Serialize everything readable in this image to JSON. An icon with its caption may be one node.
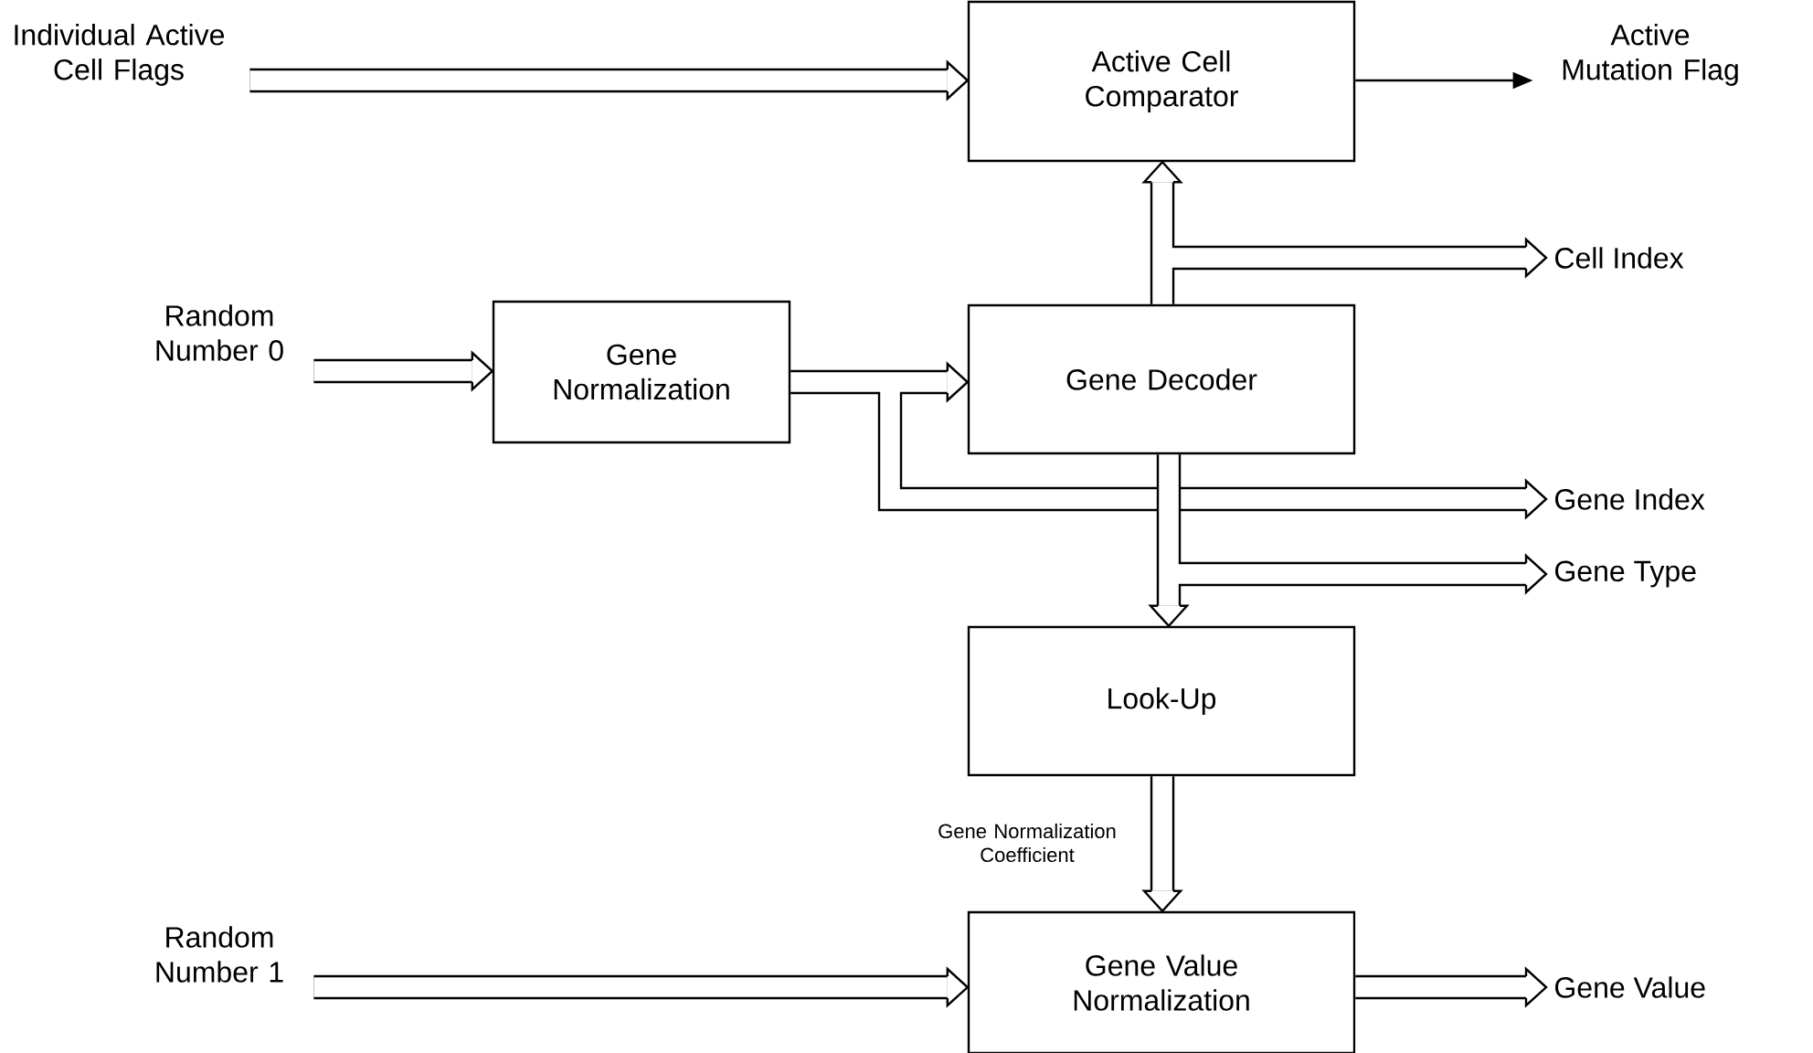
{
  "diagram": {
    "nodes": [
      {
        "text": [
          "Individual Active Cell Flags"
        ]
      },
      {
        "text": [
          "Active Cell Comparator"
        ]
      },
      {
        "text": [
          "Active Mutation Flag"
        ]
      },
      {
        "text": [
          "Random Number 0"
        ]
      },
      {
        "text": [
          "Gene Normalization"
        ]
      },
      {
        "text": [
          "Gene Decoder"
        ]
      },
      {
        "text": [
          "Cell Index"
        ]
      },
      {
        "text": [
          "Gene Index"
        ]
      },
      {
        "text": [
          "Gene Type"
        ]
      },
      {
        "text": [
          "Look-Up"
        ]
      },
      {
        "text": [
          "Random Number 1"
        ]
      },
      {
        "text": [
          "Gene Value Normalization"
        ]
      },
      {
        "text": [
          "Gene Value"
        ]
      }
    ],
    "edges": [
      {
        "from": 0,
        "to": 1,
        "arrow": "to"
      },
      {
        "from": 1,
        "to": 2,
        "arrow": "to"
      },
      {
        "from": 3,
        "to": 4,
        "arrow": "to"
      },
      {
        "from": 4,
        "to": 5,
        "arrow": "to"
      },
      {
        "from": 4,
        "to": 7,
        "arrow": "to"
      },
      {
        "from": 5,
        "to": 1,
        "arrow": "to"
      },
      {
        "from": 5,
        "to": 6,
        "arrow": "to"
      },
      {
        "from": 5,
        "to": 9,
        "arrow": "to"
      },
      {
        "from": 5,
        "to": 8,
        "arrow": "to"
      },
      {
        "from": 9,
        "to": 11,
        "label": "Gene Normalization Coefficient",
        "arrow": "to"
      },
      {
        "from": 10,
        "to": 11,
        "arrow": "to"
      },
      {
        "from": 11,
        "to": 12,
        "arrow": "to"
      }
    ]
  }
}
